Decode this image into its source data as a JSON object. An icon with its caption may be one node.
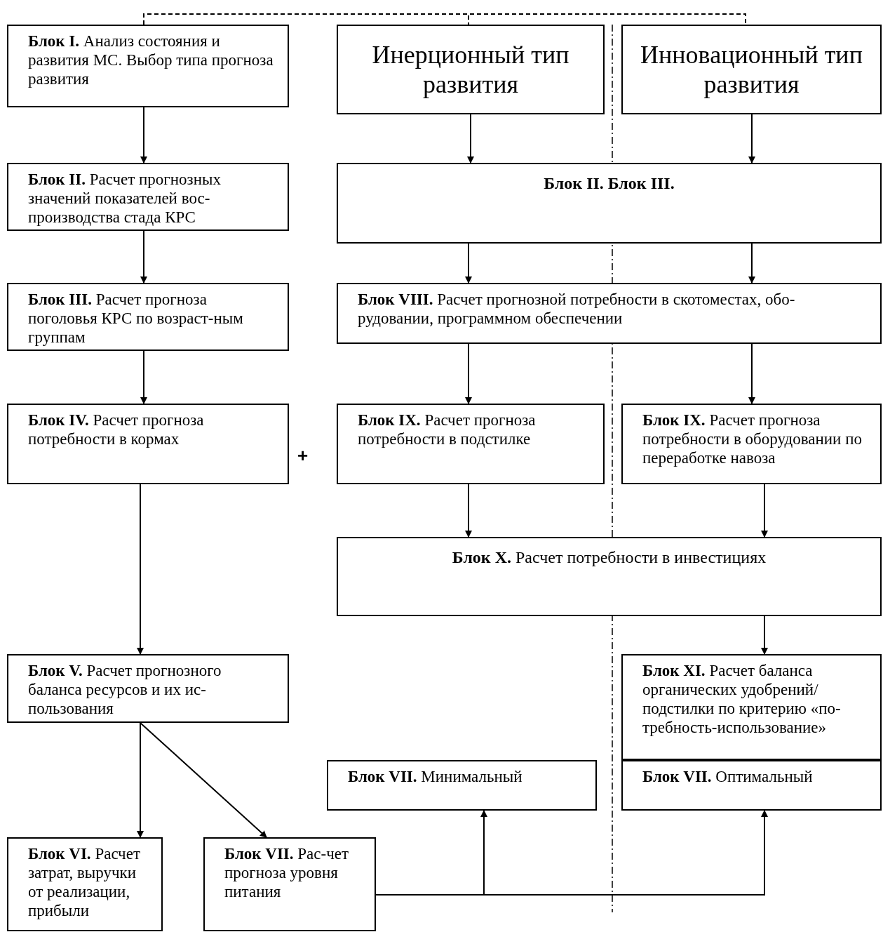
{
  "diagram": {
    "nodes": [
      {
        "text": [
          "**Блок I.** Анализ состояния и развития МС. Выбор типа прогноза развития"
        ]
      },
      {
        "text": [
          "Инерционный тип развития"
        ]
      },
      {
        "text": [
          "Инновационный тип развития"
        ]
      },
      {
        "text": [
          "**Блок II.** Расчет прогнозных значений показателей вос-производства стада КРС"
        ]
      },
      {
        "text": [
          "Блок II. Блок III."
        ]
      },
      {
        "text": [
          "**Блок III.** Расчет прогноза поголовья КРС по возраст-ным группам"
        ]
      },
      {
        "text": [
          "**Блок VIII.** Расчет прогнозной потребности в скотоместах, обо-рудовании, программном обеспечении"
        ]
      },
      {
        "text": [
          "**Блок IV.** Расчет прогноза потребности в кормах"
        ]
      },
      {
        "text": [
          "**Блок IX.** Расчет прогноза потребности в подстилке"
        ]
      },
      {
        "text": [
          "**Блок IX.** Расчет прогноза потребности в оборудовании по переработке навоза"
        ]
      },
      {
        "text": [
          "**Блок X.** Расчет потребности в инвестициях"
        ]
      },
      {
        "text": [
          "**Блок V.** Расчет прогнозного баланса ресурсов и их ис-пользования"
        ]
      },
      {
        "text": [
          "**Блок XI.** Расчет баланса органических удобрений/ подстилки по критерию «по-требность-использование»"
        ]
      },
      {
        "text": [
          "**Блок VII.** Минимальный"
        ]
      },
      {
        "text": [
          "**Блок VII.** Оптимальный"
        ]
      },
      {
        "text": [
          "**Блок VI.** Расчет затрат, выручки от реализации, прибыли"
        ]
      },
      {
        "text": [
          "**Блок VII.** Рас-чет прогноза уровня питания"
        ]
      }
    ],
    "edges": [
      {
        "from": 0,
        "to": 1,
        "arrow": "none",
        "style": "dashed"
      },
      {
        "from": 0,
        "to": 2,
        "arrow": "none",
        "style": "dashed"
      },
      {
        "from": 0,
        "to": 3,
        "arrow": "to"
      },
      {
        "from": 3,
        "to": 5,
        "arrow": "to"
      },
      {
        "from": 5,
        "to": 7,
        "arrow": "to"
      },
      {
        "from": 7,
        "to": 11,
        "arrow": "to"
      },
      {
        "from": 11,
        "to": 15,
        "arrow": "to"
      },
      {
        "from": 11,
        "to": 16,
        "arrow": "to"
      },
      {
        "from": 1,
        "to": 4,
        "arrow": "to"
      },
      {
        "from": 2,
        "to": 4,
        "arrow": "to"
      },
      {
        "from": 4,
        "to": 6,
        "arrow": "to"
      },
      {
        "from": 4,
        "to": 6,
        "arrow": "to"
      },
      {
        "from": 6,
        "to": 8,
        "arrow": "to"
      },
      {
        "from": 6,
        "to": 9,
        "arrow": "to"
      },
      {
        "from": 8,
        "to": 10,
        "arrow": "to"
      },
      {
        "from": 9,
        "to": 10,
        "arrow": "to"
      },
      {
        "from": 10,
        "to": 12,
        "arrow": "to"
      },
      {
        "from": 16,
        "to": 13,
        "arrow": "to"
      },
      {
        "from": 16,
        "to": 14,
        "arrow": "to"
      }
    ],
    "labels": [
      "+"
    ]
  }
}
